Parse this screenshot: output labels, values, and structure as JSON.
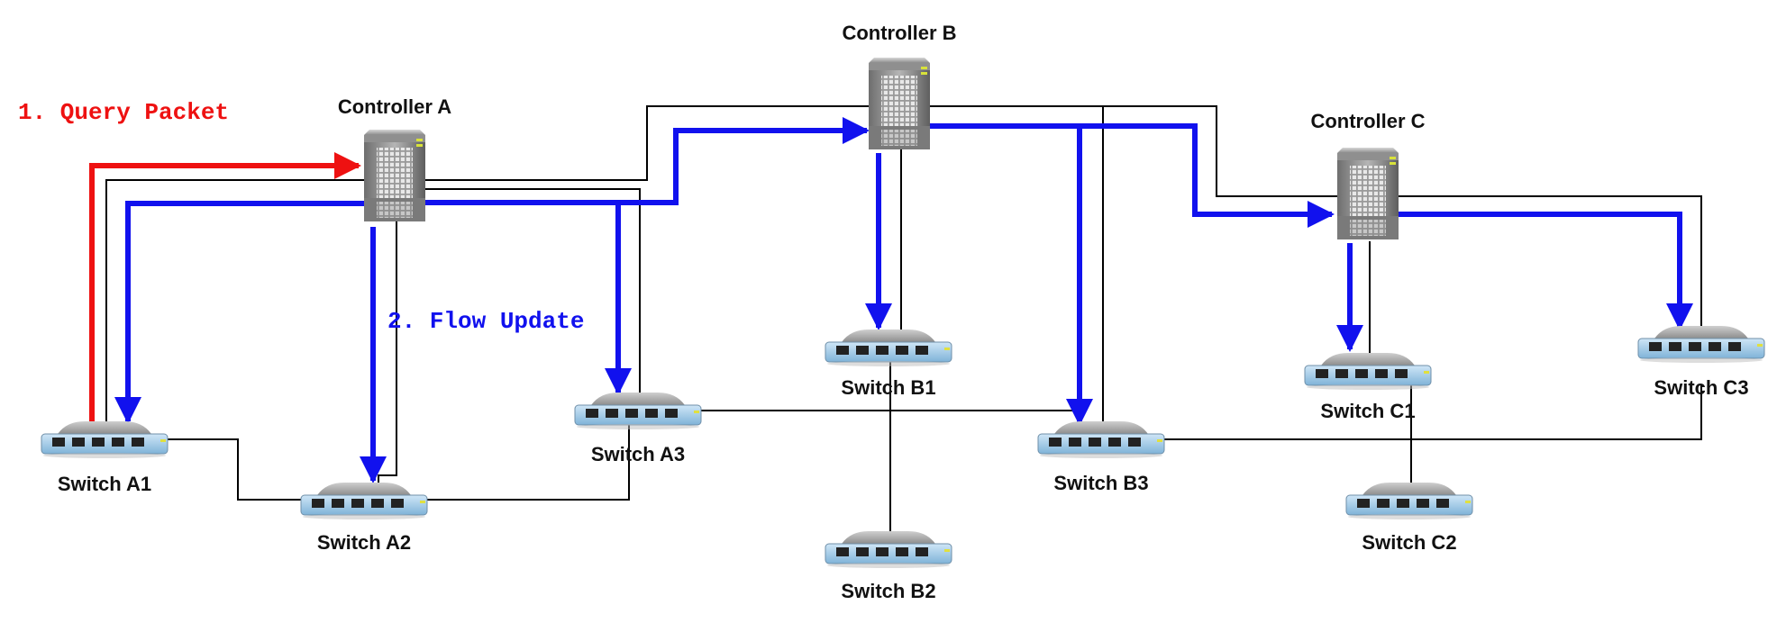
{
  "colors": {
    "query": "#ee1111",
    "flow": "#1111ee",
    "link": "#000000"
  },
  "annotations": {
    "query": "1. Query Packet",
    "flow": "2. Flow Update"
  },
  "controllers": {
    "a": {
      "label": "Controller A",
      "icon": "server-icon"
    },
    "b": {
      "label": "Controller B",
      "icon": "server-icon"
    },
    "c": {
      "label": "Controller C",
      "icon": "server-icon"
    }
  },
  "switches": {
    "a1": {
      "label": "Switch A1",
      "icon": "network-switch-icon"
    },
    "a2": {
      "label": "Switch A2",
      "icon": "network-switch-icon"
    },
    "a3": {
      "label": "Switch A3",
      "icon": "network-switch-icon"
    },
    "b1": {
      "label": "Switch B1",
      "icon": "network-switch-icon"
    },
    "b2": {
      "label": "Switch B2",
      "icon": "network-switch-icon"
    },
    "b3": {
      "label": "Switch B3",
      "icon": "network-switch-icon"
    },
    "c1": {
      "label": "Switch C1",
      "icon": "network-switch-icon"
    },
    "c2": {
      "label": "Switch C2",
      "icon": "network-switch-icon"
    },
    "c3": {
      "label": "Switch C3",
      "icon": "network-switch-icon"
    }
  }
}
